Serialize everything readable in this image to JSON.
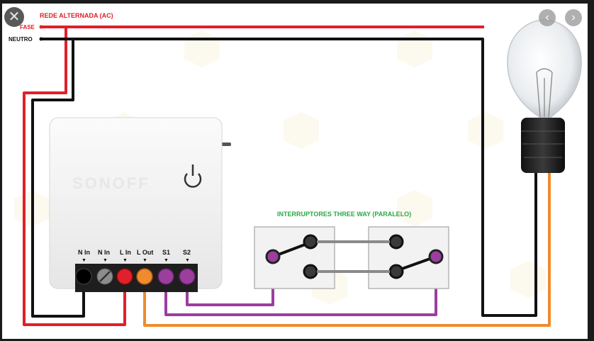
{
  "viewer": {
    "close_icon": "close-icon",
    "prev_icon": "chevron-left-icon",
    "next_icon": "chevron-right-icon",
    "close_glyph": "✕",
    "prev_glyph": "‹",
    "next_glyph": "›"
  },
  "diagram": {
    "title": "REDE ALTERNADA (AC)",
    "phase_label": "FASE",
    "neutral_label": "NEUTRO",
    "switches_label": "INTERRUPTORES THREE WAY (PARALELO)",
    "device_brand": "SONOFF",
    "terminal_labels": [
      "N In",
      "N In",
      "L In",
      "L Out",
      "S1",
      "S2"
    ],
    "terminal_marker": "▼",
    "colors": {
      "phase": "#e0202a",
      "neutral": "#111111",
      "lamp_return": "#f08a2e",
      "traveler": "#9b3e9e",
      "switch_link": "#8a8a8a",
      "switches_label": "#2aa844",
      "title": "#e0202a"
    }
  }
}
